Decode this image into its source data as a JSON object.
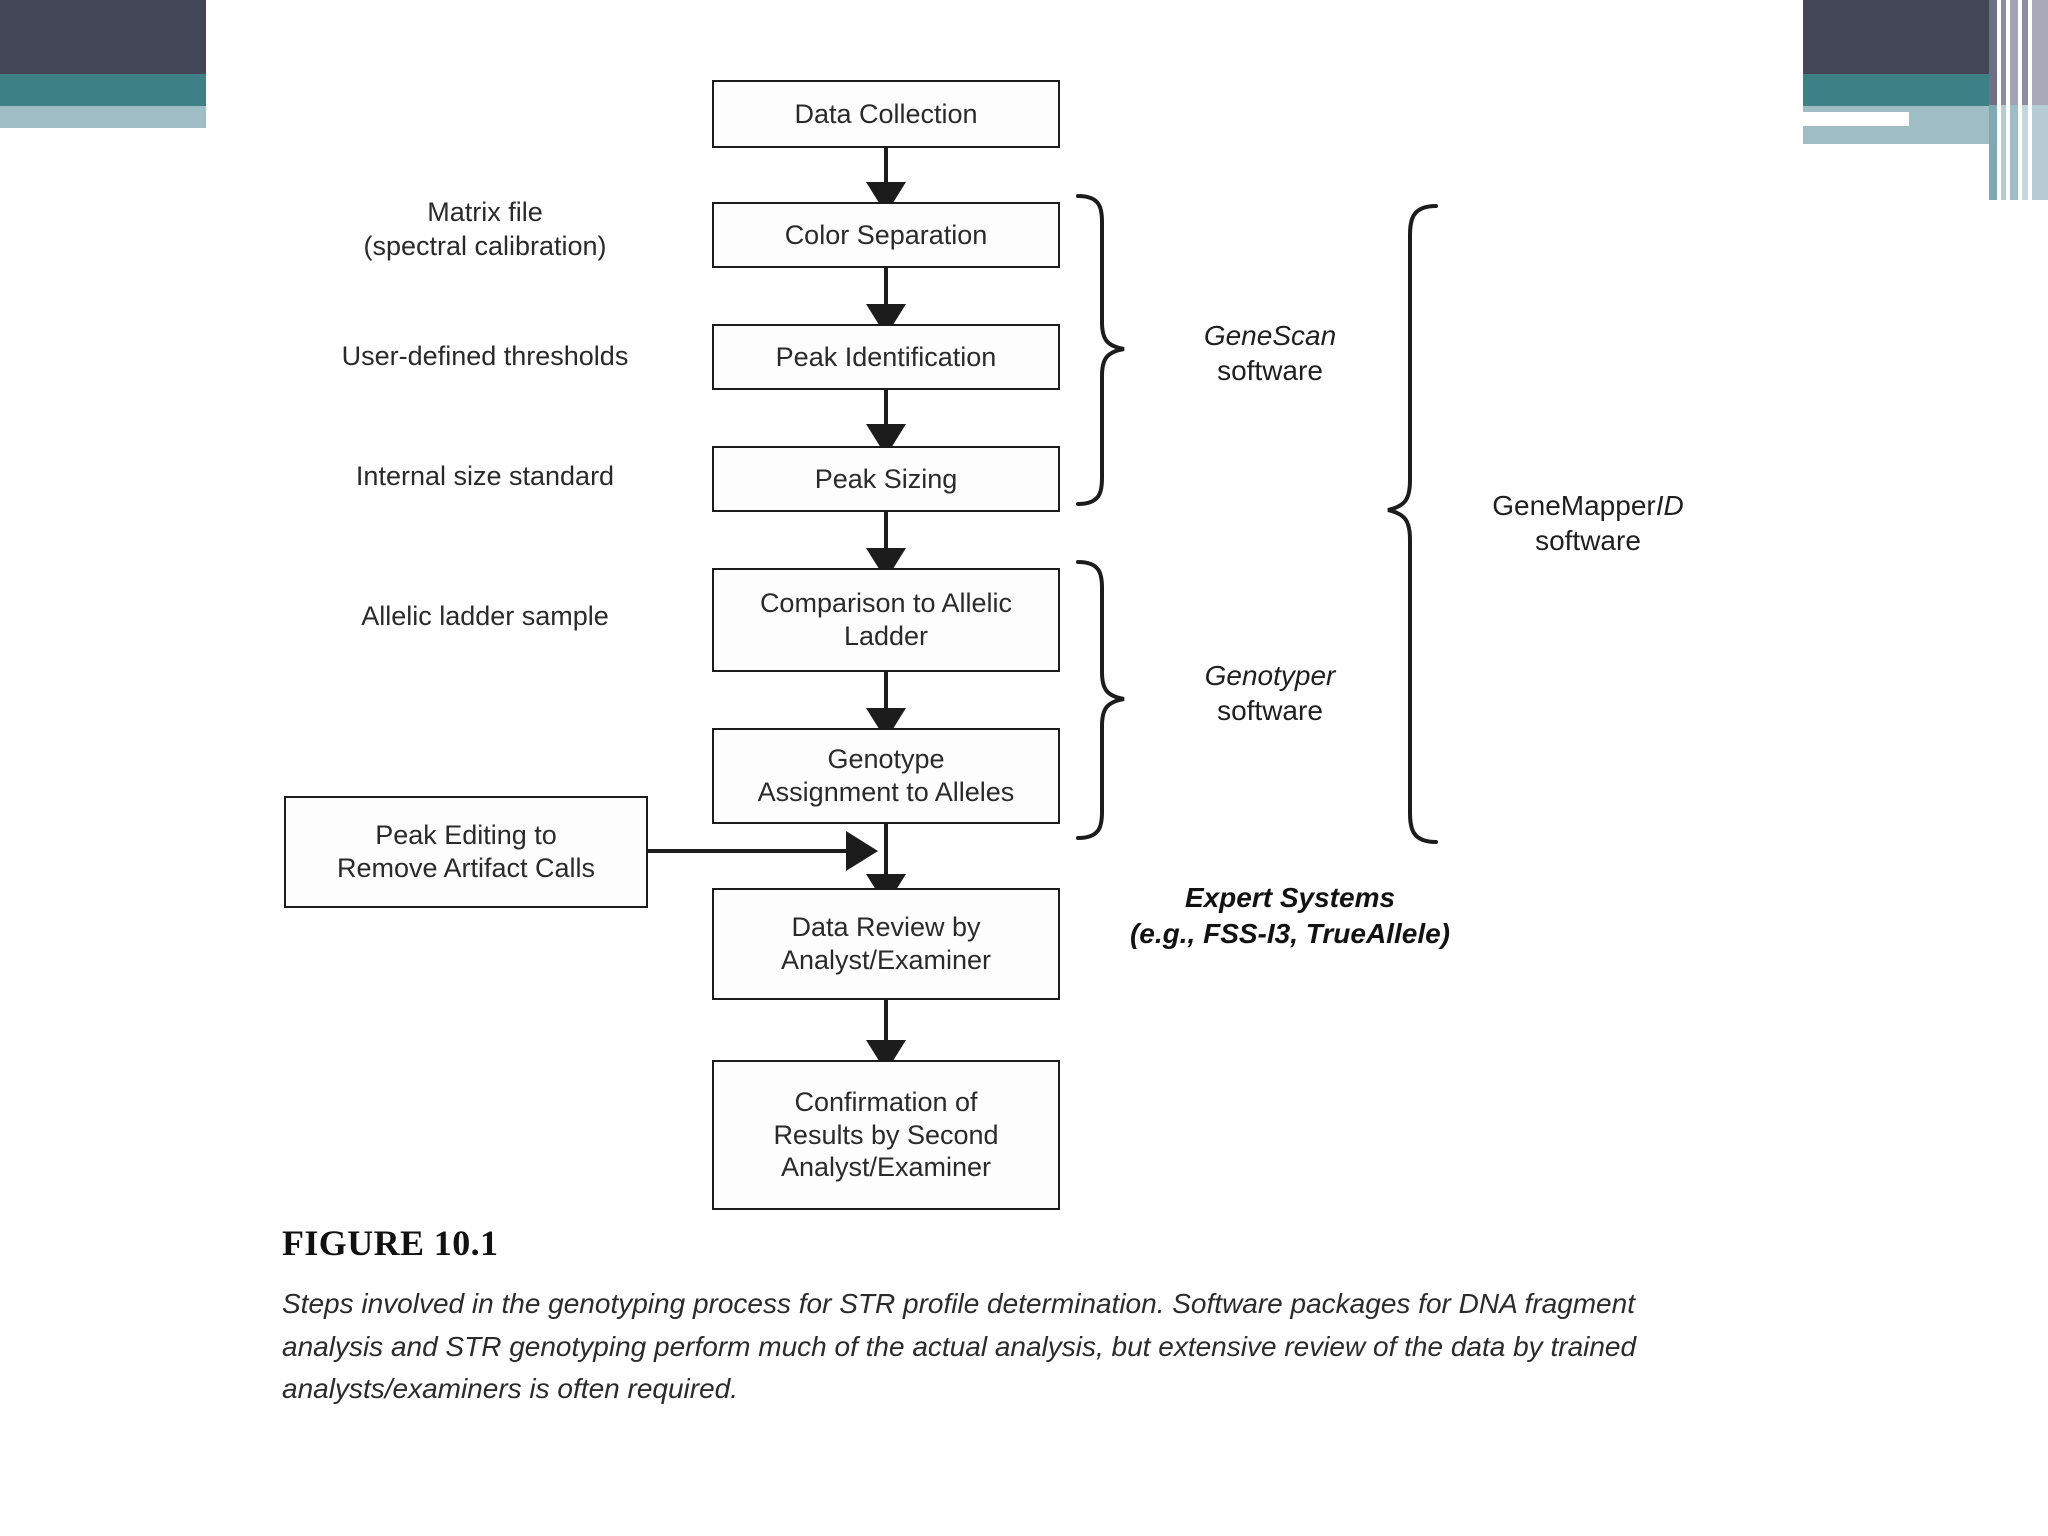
{
  "slide": {
    "theme_colors": {
      "dark": "#434656",
      "teal": "#3d8086",
      "light_blue": "#9fbdc4",
      "background": "#ffffff",
      "line": "#1c1c1c"
    }
  },
  "chart_data": {
    "type": "diagram",
    "title": "Steps involved in the genotyping process for STR profile determination",
    "nodes": [
      {
        "id": "data-collection",
        "label": "Data Collection"
      },
      {
        "id": "color-separation",
        "label": "Color Separation"
      },
      {
        "id": "peak-identification",
        "label": "Peak Identification"
      },
      {
        "id": "peak-sizing",
        "label": "Peak Sizing"
      },
      {
        "id": "comparison-allelic-ladder",
        "label": "Comparison to Allelic Ladder"
      },
      {
        "id": "genotype-assignment",
        "label": "Genotype Assignment to Alleles"
      },
      {
        "id": "peak-editing",
        "label": "Peak Editing to Remove Artifact Calls"
      },
      {
        "id": "data-review",
        "label": "Data Review by Analyst/Examiner"
      },
      {
        "id": "confirmation",
        "label": "Confirmation of Results by Second Analyst/Examiner"
      }
    ],
    "edges": [
      [
        "data-collection",
        "color-separation"
      ],
      [
        "color-separation",
        "peak-identification"
      ],
      [
        "peak-identification",
        "peak-sizing"
      ],
      [
        "peak-sizing",
        "comparison-allelic-ladder"
      ],
      [
        "comparison-allelic-ladder",
        "genotype-assignment"
      ],
      [
        "genotype-assignment",
        "data-review"
      ],
      [
        "peak-editing",
        "data-review"
      ],
      [
        "data-review",
        "confirmation"
      ]
    ],
    "groups": [
      {
        "id": "genescan",
        "label_primary": "GeneScan",
        "label_secondary": "software",
        "covers": [
          "color-separation",
          "peak-identification",
          "peak-sizing"
        ]
      },
      {
        "id": "genotyper",
        "label_primary": "Genotyper",
        "label_secondary": "software",
        "covers": [
          "comparison-allelic-ladder",
          "genotype-assignment"
        ]
      },
      {
        "id": "genemapper",
        "label_primary": "GeneMapper",
        "label_italic": "ID",
        "label_secondary": "software",
        "covers": [
          "color-separation",
          "peak-identification",
          "peak-sizing",
          "comparison-allelic-ladder",
          "genotype-assignment"
        ]
      }
    ],
    "annotations": [
      "Expert Systems",
      "(e.g., FSS-I3, TrueAllele)"
    ]
  },
  "flow": {
    "boxes": {
      "data_collection": "Data Collection",
      "color_separation": "Color Separation",
      "peak_identification": "Peak Identification",
      "peak_sizing": "Peak Sizing",
      "comparison_line1": "Comparison to Allelic",
      "comparison_line2": "Ladder",
      "genotype_line1": "Genotype",
      "genotype_line2": "Assignment to Alleles",
      "peak_editing_line1": "Peak Editing to",
      "peak_editing_line2": "Remove Artifact Calls",
      "data_review_line1": "Data Review by",
      "data_review_line2": "Analyst/Examiner",
      "confirmation_line1": "Confirmation of",
      "confirmation_line2": "Results by Second",
      "confirmation_line3": "Analyst/Examiner"
    },
    "side_labels": {
      "matrix_line1": "Matrix file",
      "matrix_line2": "(spectral calibration)",
      "thresholds": "User-defined thresholds",
      "size_standard": "Internal size standard",
      "allelic_ladder": "Allelic ladder sample"
    },
    "software_labels": {
      "genescan_name": "GeneScan",
      "genescan_sub": "software",
      "genotyper_name": "Genotyper",
      "genotyper_sub": "software",
      "genemapper_name": "GeneMapper",
      "genemapper_italic": "ID",
      "genemapper_sub": "software"
    },
    "expert_systems": {
      "line1": "Expert Systems",
      "line2": "(e.g., FSS-I3, TrueAllele)"
    }
  },
  "caption": {
    "figure_number": "FIGURE 10.1",
    "text": "Steps involved in the genotyping process for STR profile determination. Software packages for DNA fragment analysis and STR genotyping perform much of the actual analysis, but extensive review of the data by trained analysts/examiners is often required."
  }
}
